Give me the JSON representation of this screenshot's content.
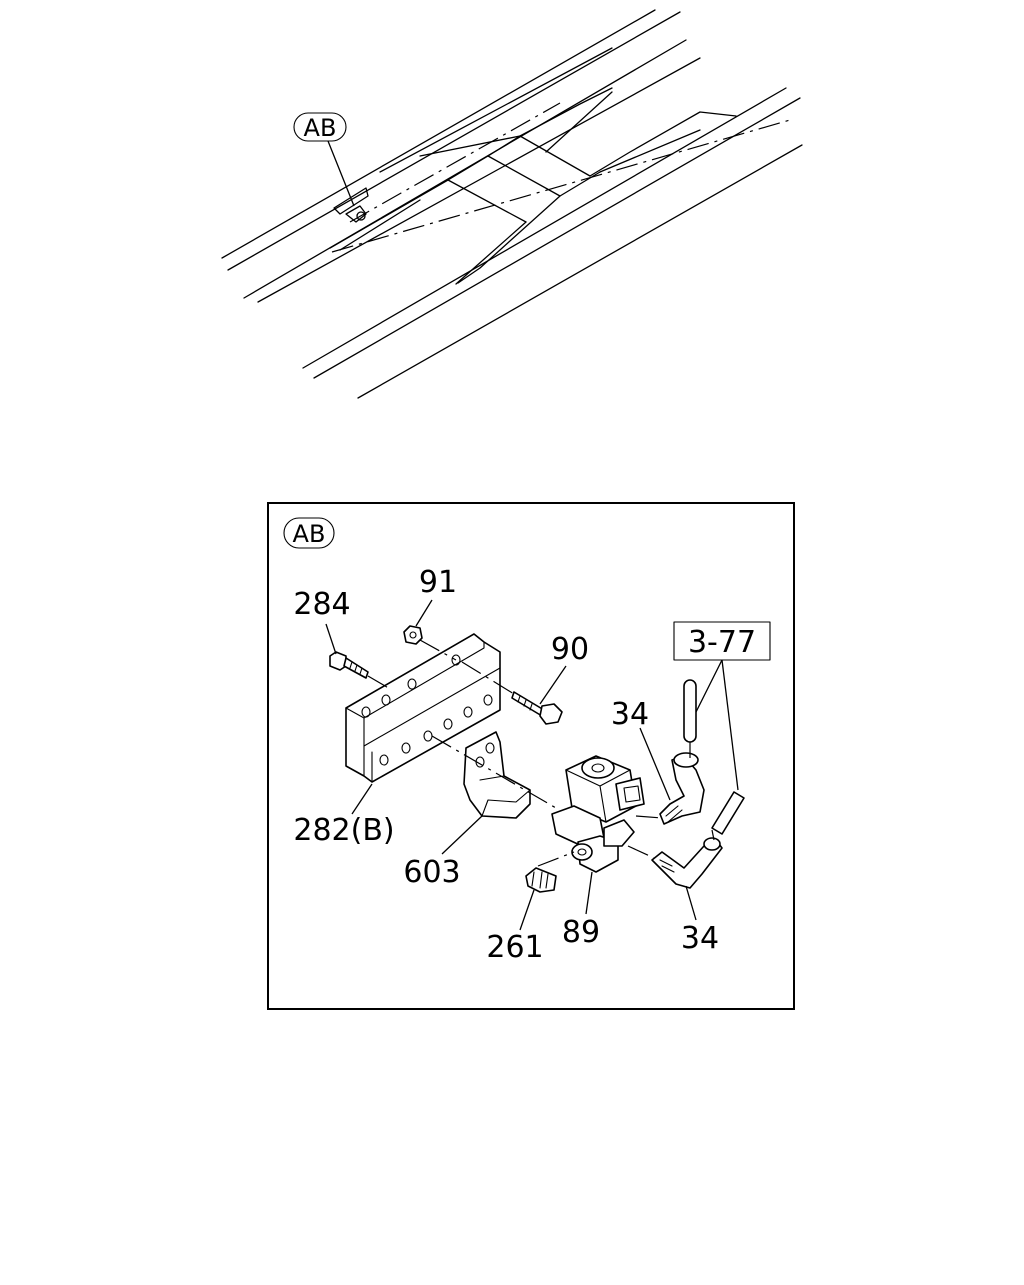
{
  "overview": {
    "callout": "AB"
  },
  "detail": {
    "badge": "AB",
    "reference_box": "3-77",
    "labels": {
      "p284": "284",
      "p91": "91",
      "p90": "90",
      "p34_upper": "34",
      "p282b": "282(B)",
      "p603": "603",
      "p261": "261",
      "p89": "89",
      "p34_lower": "34"
    }
  }
}
